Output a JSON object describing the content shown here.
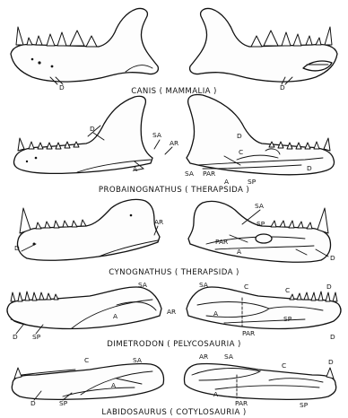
{
  "captions": {
    "canis": "CANIS ( MAMMALIA )",
    "probainognathus": "PROBAINOGNATHUS ( THERAPSIDA )",
    "cynognathus": "CYNOGNATHUS ( THERAPSIDA )",
    "dimetrodon": "DIMETRODON ( PELYCOSAURIA )",
    "labidosaurus": "LABIDOSAURUS ( COTYLOSAURIA )"
  },
  "bone_labels": {
    "dentary": "D",
    "surangular": "SA",
    "articular": "AR",
    "angular": "A",
    "prearticular": "PAR",
    "splenial": "SP",
    "coronoid": "C"
  }
}
